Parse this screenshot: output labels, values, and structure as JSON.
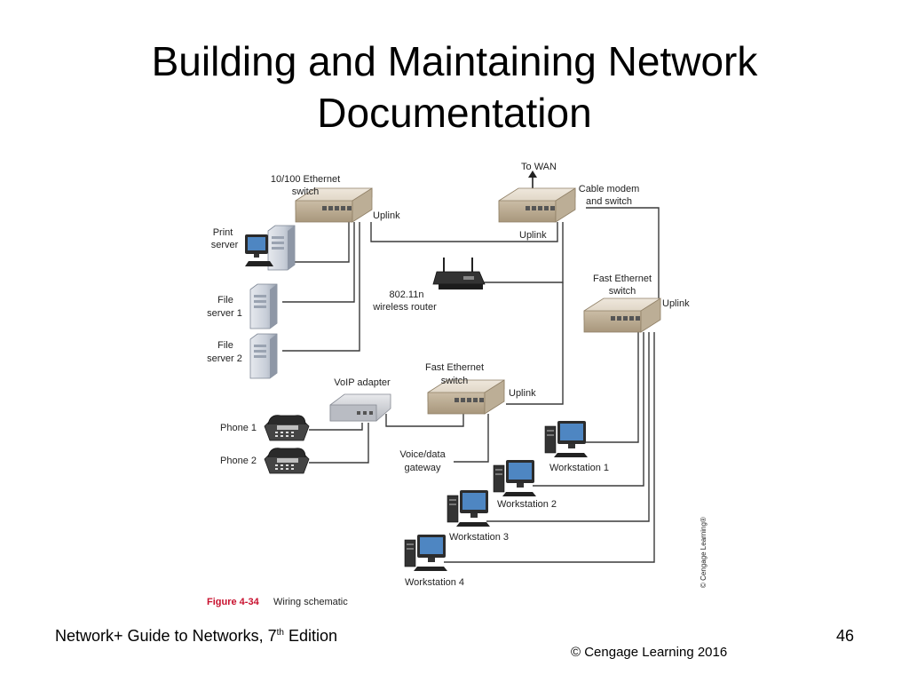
{
  "slide": {
    "title_line1": "Building and Maintaining Network",
    "title_line2": "Documentation",
    "footer_prefix": "Network+ Guide to Networks, 7",
    "footer_sup": "th",
    "footer_suffix": " Edition",
    "page_number": "46",
    "copyright": "© Cengage Learning  2016"
  },
  "diagram": {
    "labels": {
      "switch_10_100_line1": "10/100 Ethernet",
      "switch_10_100_line2": "switch",
      "uplink_1": "Uplink",
      "to_wan": "To WAN",
      "cable_modem_line1": "Cable modem",
      "cable_modem_line2": "and switch",
      "uplink_2": "Uplink",
      "print_server_line1": "Print",
      "print_server_line2": "server",
      "router_line1": "802.11n",
      "router_line2": "wireless router",
      "fast_switch_right_line1": "Fast Ethernet",
      "fast_switch_right_line2": "switch",
      "uplink_3": "Uplink",
      "file_server1_line1": "File",
      "file_server1_line2": "server 1",
      "file_server2_line1": "File",
      "file_server2_line2": "server 2",
      "voip_adapter": "VoIP adapter",
      "fast_switch_mid_line1": "Fast Ethernet",
      "fast_switch_mid_line2": "switch",
      "uplink_4": "Uplink",
      "phone1": "Phone 1",
      "phone2": "Phone 2",
      "voice_gateway_line1": "Voice/data",
      "voice_gateway_line2": "gateway",
      "workstation1": "Workstation 1",
      "workstation2": "Workstation 2",
      "workstation3": "Workstation 3",
      "workstation4": "Workstation 4",
      "figure_number": "Figure 4-34",
      "figure_caption": "Wiring schematic",
      "credit": "© Cengage Learning®"
    }
  }
}
